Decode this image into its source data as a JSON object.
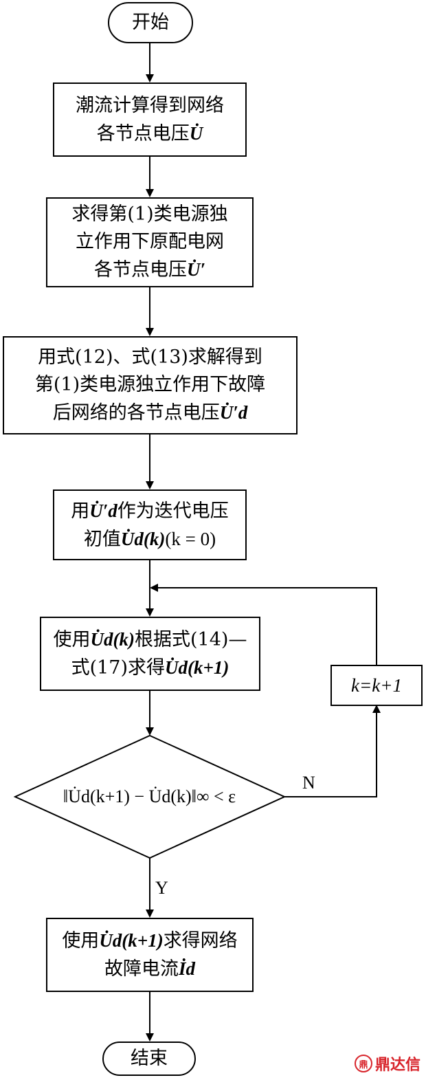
{
  "start": "开始",
  "step1": {
    "line1": "潮流计算得到网络",
    "line2_text": "各节点电压",
    "line2_math": "U̇"
  },
  "step2": {
    "line1": "求得第(1)类电源独",
    "line2": "立作用下原配电网",
    "line3_text": "各节点电压",
    "line3_math": "U̇′"
  },
  "step3": {
    "line1": "用式(12)、式(13)求解得到",
    "line2": "第(1)类电源独立作用下故障",
    "line3_text": "后网络的各节点电压",
    "line3_math": "U̇′d"
  },
  "step4": {
    "line1_pre": "用",
    "line1_math": "U̇′d",
    "line1_post": "作为迭代电压",
    "line2_pre": "初值",
    "line2_math": "U̇d(k)",
    "line2_post": "(k = 0)"
  },
  "step5": {
    "line1_pre": "使用",
    "line1_math": "U̇d(k)",
    "line1_post": "根据式(14)—",
    "line2_pre": "式(17)求得",
    "line2_math": "U̇d(k+1)"
  },
  "decision": "‖U̇d(k+1) − U̇d(k)‖∞ < ε",
  "update": "k=k+1",
  "label_no": "N",
  "label_yes": "Y",
  "step6": {
    "line1_pre": "使用",
    "line1_math": "U̇d(k+1)",
    "line1_post": "求得网络",
    "line2_text": "故障电流",
    "line2_math": "İd"
  },
  "end": "结束",
  "watermark": {
    "logo": "鼎",
    "text": "鼎达信"
  }
}
